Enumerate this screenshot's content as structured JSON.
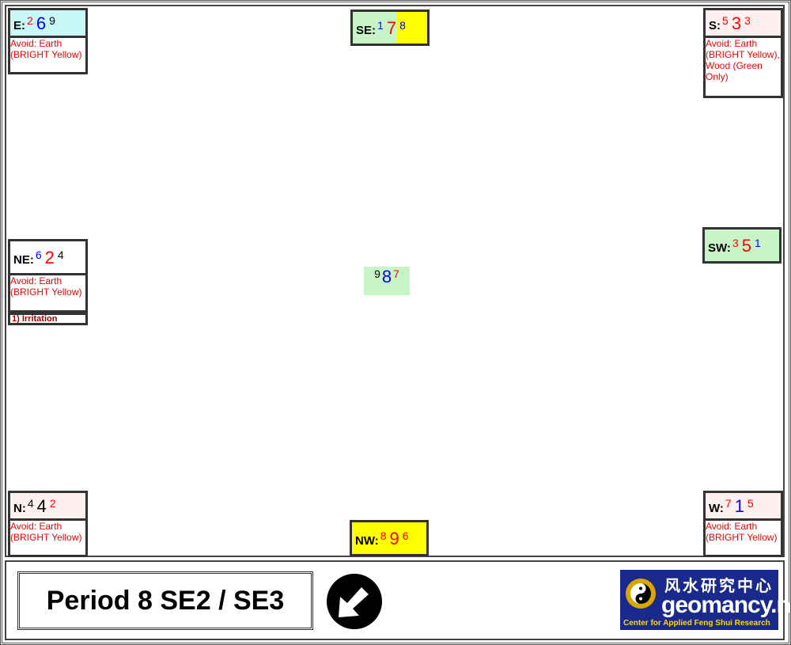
{
  "palaces": {
    "E": {
      "label": "E",
      "left": "2",
      "center": "6",
      "right": "9",
      "avoid": "Avoid: Earth (BRIGHT Yellow)"
    },
    "SE": {
      "label": "SE",
      "left": "1",
      "center": "7",
      "right": "8"
    },
    "S": {
      "label": "S",
      "left": "5",
      "center": "3",
      "right": "3",
      "avoid": "Avoid: Earth (BRIGHT Yellow), Wood (Green Only)"
    },
    "NE": {
      "label": "NE",
      "left": "6",
      "center": "2",
      "right": "4",
      "avoid": "Avoid: Earth (BRIGHT Yellow)",
      "note": "1) Irritation"
    },
    "SW": {
      "label": "SW",
      "left": "3",
      "center": "5",
      "right": "1"
    },
    "N": {
      "label": "N",
      "left": "4",
      "center": "4",
      "right": "2",
      "avoid": "Avoid: Earth (BRIGHT Yellow)"
    },
    "NW": {
      "label": "NW",
      "left": "8",
      "center": "9",
      "right": "6"
    },
    "W": {
      "label": "W",
      "left": "7",
      "center": "1",
      "right": "5",
      "avoid": "Avoid: Earth (BRIGHT Yellow)"
    }
  },
  "center": {
    "left": "9",
    "center": "8",
    "right": "7"
  },
  "title": "Period 8 SE2 / SE3",
  "logo": {
    "chinese": "风水研究中心",
    "name": "geomancy.net",
    "tagline": "Center for Applied Feng Shui Research"
  },
  "colors": {
    "cyan": "#c8f8f8",
    "pink": "#fff0f0",
    "green": "#c8f5c8",
    "yellow": "#ffff00",
    "white": "#ffffff",
    "brand": "#1a2a8c"
  },
  "icons": {
    "direction": "arrow-down-left-icon"
  }
}
